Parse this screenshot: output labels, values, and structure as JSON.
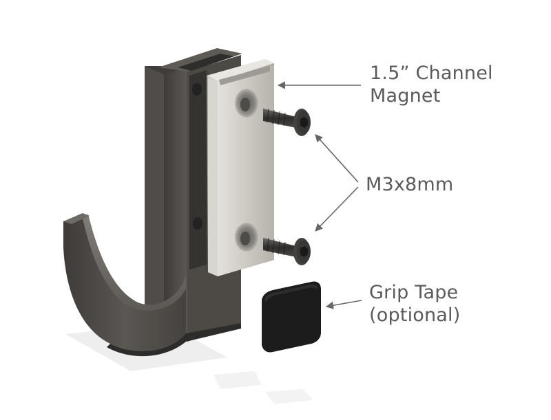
{
  "labels": {
    "magnet": {
      "line1": "1.5” Channel",
      "line2": "Magnet"
    },
    "screws": {
      "text": "M3x8mm"
    },
    "grip_tape": {
      "line1": "Grip Tape",
      "line2": "(optional)"
    }
  },
  "colors": {
    "background": "#ffffff",
    "body_dark": "#4a4744",
    "body_mid": "#5c5955",
    "body_light": "#7a7672",
    "magnet_silver": "#cfccc5",
    "screw_dark": "#3a3836",
    "grip_tape": "#1c1c1c",
    "text": "#5a5a5a",
    "arrow": "#666666"
  },
  "icons": {
    "arrow": "arrow-icon",
    "screw": "screw-icon"
  }
}
